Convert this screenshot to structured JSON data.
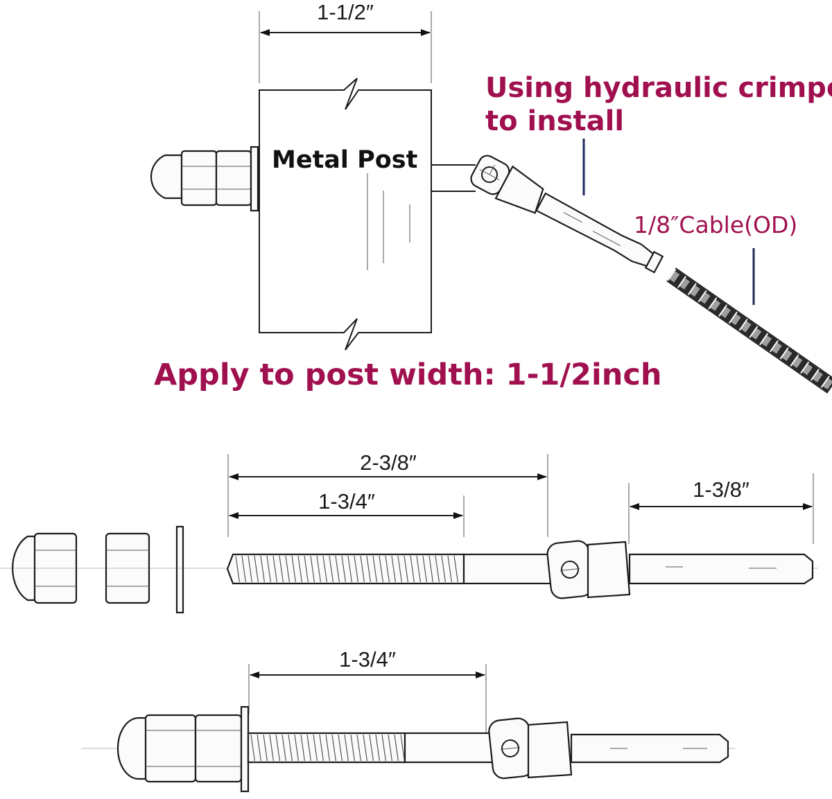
{
  "labels": {
    "post_width_dim": "1-1/2″",
    "metal_post": "Metal Post",
    "crimper_line1": "Using hydraulic crimper",
    "crimper_line2": "to install",
    "cable": "1/8″Cable(OD)",
    "apply": "Apply to post width: 1-1/2inch",
    "overall_length": "2-3/8″",
    "thread_length": "1-3/4″",
    "swage_length": "1-3/8″",
    "assembled_thread_length": "1-3/4″"
  },
  "colors": {
    "accent": "#a0104f",
    "line": "#1b1b1b",
    "leader": "#1f2a5a"
  }
}
